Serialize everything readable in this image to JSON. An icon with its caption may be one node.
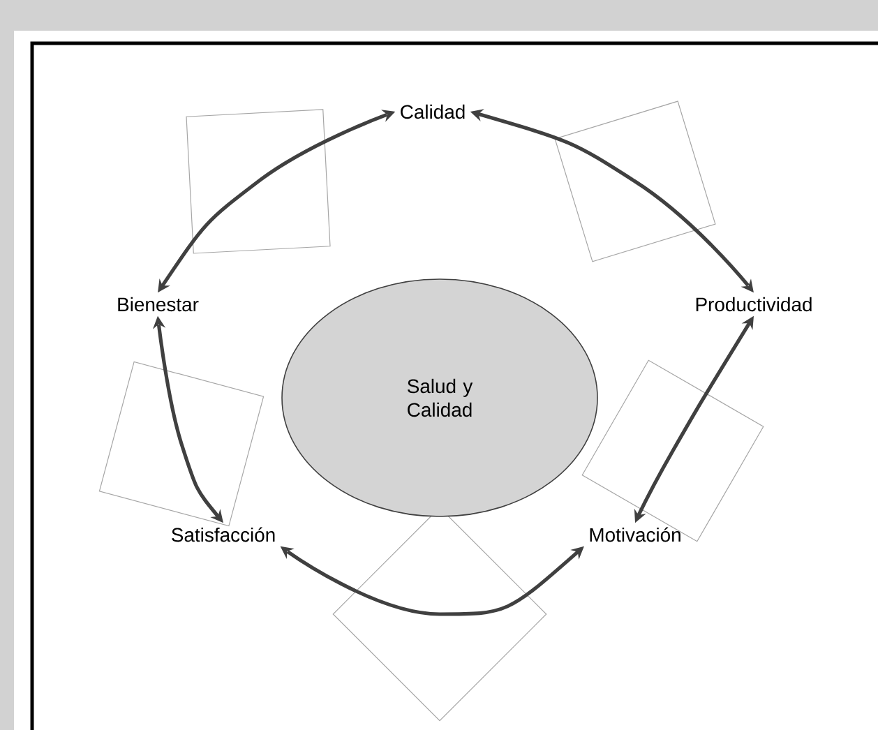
{
  "diagram": {
    "nodes": [
      {
        "text": [
          "Salud y Calidad"
        ]
      },
      {
        "text": [
          "Calidad"
        ]
      },
      {
        "text": [
          "Productividad"
        ]
      },
      {
        "text": [
          "Motivación"
        ]
      },
      {
        "text": [
          "Satisfacción"
        ]
      },
      {
        "text": [
          "Bienestar"
        ]
      }
    ],
    "edges": [
      {
        "from": 5,
        "to": 1,
        "arrow": "both"
      },
      {
        "from": 1,
        "to": 2,
        "arrow": "both"
      },
      {
        "from": 2,
        "to": 3,
        "arrow": "both"
      },
      {
        "from": 3,
        "to": 4,
        "arrow": "both"
      },
      {
        "from": 4,
        "to": 5,
        "arrow": "both"
      }
    ]
  }
}
